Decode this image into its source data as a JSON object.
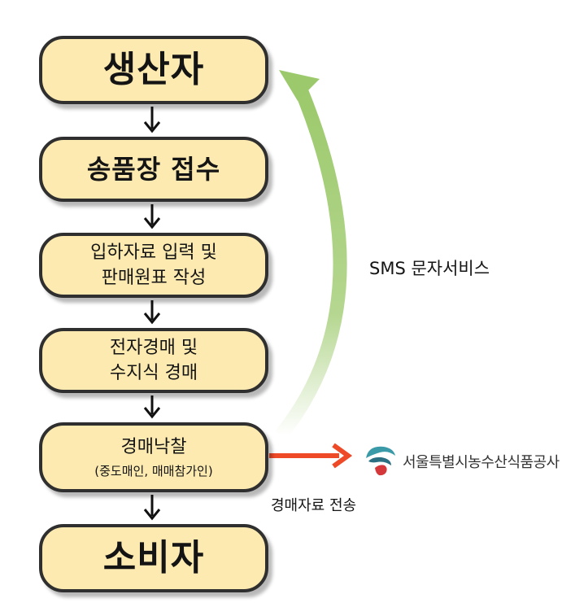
{
  "flow": {
    "producer": "생산자",
    "invoice": "송품장 접수",
    "entry_line1": "입하자료 입력 및",
    "entry_line2": "판매원표 작성",
    "auction_line1": "전자경매 및",
    "auction_line2": "수지식 경매",
    "bid_line1": "경매낙찰",
    "bid_line2": "(중도매인, 매매참가인)",
    "consumer": "소비자"
  },
  "feedback": {
    "sms_label": "SMS 문자서비스"
  },
  "transfer": {
    "label": "경매자료 전송",
    "org_name": "서울특별시농수산식품공사"
  },
  "colors": {
    "box_fill": "#fdeab0",
    "box_border": "#2f2f2f",
    "feedback_arrow": "#9cc96b",
    "transfer_arrow": "#ee4a28",
    "logo_teal": "#3b9aa8",
    "logo_red": "#d4383a"
  }
}
